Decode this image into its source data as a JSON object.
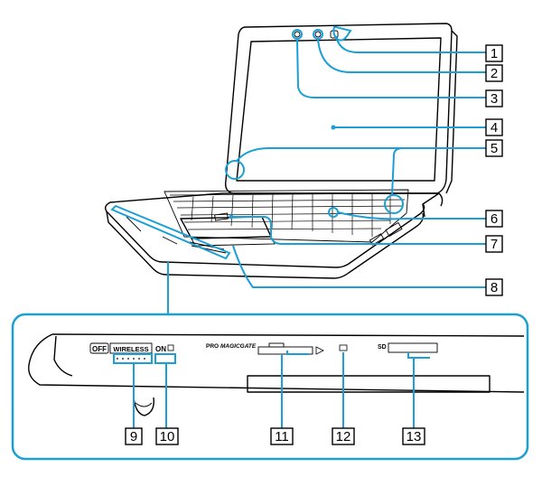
{
  "callouts": [
    {
      "num": "1"
    },
    {
      "num": "2"
    },
    {
      "num": "3"
    },
    {
      "num": "4"
    },
    {
      "num": "5"
    },
    {
      "num": "6"
    },
    {
      "num": "7"
    },
    {
      "num": "8"
    },
    {
      "num": "9"
    },
    {
      "num": "10"
    },
    {
      "num": "11"
    },
    {
      "num": "12"
    },
    {
      "num": "13"
    }
  ],
  "detail_labels": {
    "off": "OFF",
    "wireless": "WIRELESS",
    "on": "ON",
    "pro": "PRO",
    "magicgate": "MAGICGATE",
    "sd": "SD"
  },
  "colors": {
    "accent": "#1a9fd6",
    "outline": "#000000",
    "background": "#ffffff"
  }
}
